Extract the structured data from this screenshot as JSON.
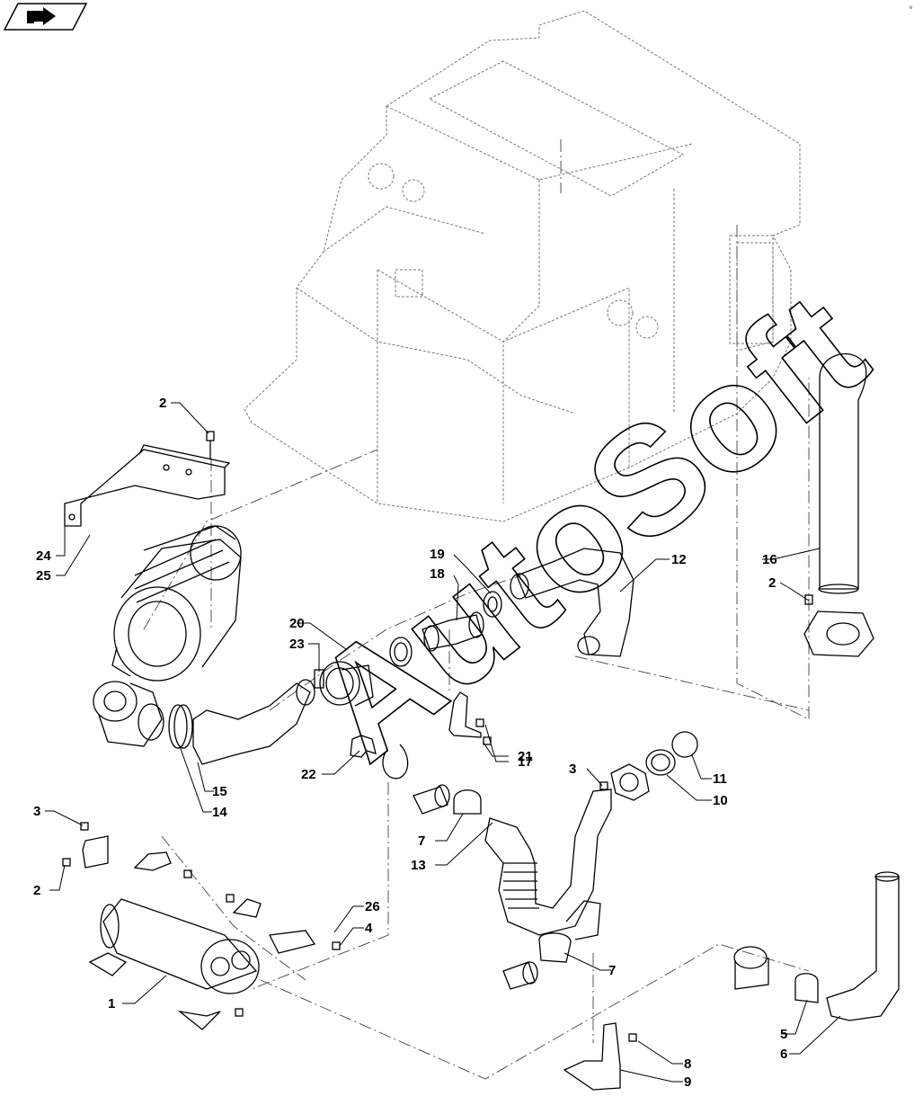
{
  "diagram": {
    "watermark": "AutoSoft",
    "corner_mark": "e",
    "callouts": [
      "1",
      "2",
      "2",
      "2",
      "3",
      "3",
      "4",
      "5",
      "6",
      "7",
      "7",
      "8",
      "9",
      "10",
      "11",
      "12",
      "13",
      "14",
      "15",
      "16",
      "17",
      "18",
      "19",
      "20",
      "21",
      "22",
      "23",
      "24",
      "25",
      "26"
    ]
  }
}
